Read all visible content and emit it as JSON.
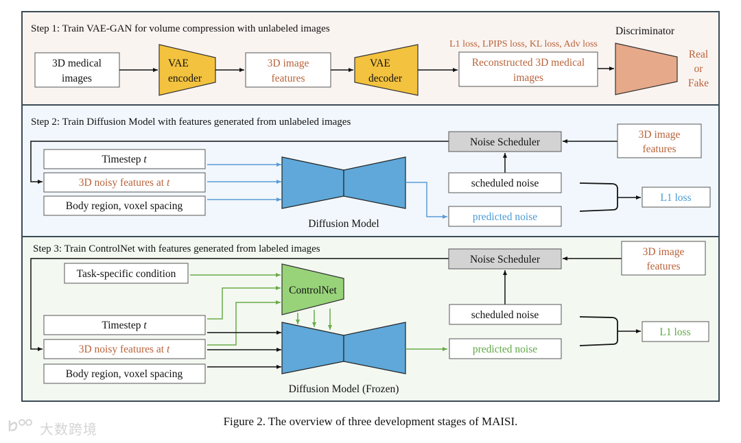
{
  "colors": {
    "panel1_bg": "#faf4f1",
    "panel2_bg": "#f1f7fc",
    "panel3_bg": "#f3f8f1",
    "panel_border": "#3b4a55",
    "vae_fill": "#f3c23e",
    "discriminator_fill": "#e6a98a",
    "diffusion_fill": "#5fa8d9",
    "controlnet_fill": "#98d37a",
    "scheduler_fill": "#d3d3d3",
    "orange_text": "#b9623a",
    "blue_text": "#4a9bd6",
    "green_text": "#5fa845"
  },
  "step1": {
    "title": "Step 1: Train VAE-GAN for volume compression with unlabeled images",
    "input_box": [
      "3D medical",
      "images"
    ],
    "encoder": [
      "VAE",
      "encoder"
    ],
    "features_box": [
      "3D image",
      "features"
    ],
    "decoder": [
      "VAE",
      "decoder"
    ],
    "losses": "L1 loss, LPIPS loss, KL loss, Adv loss",
    "recon_box": [
      "Reconstructed 3D medical",
      "images"
    ],
    "discriminator_label": "Discriminator",
    "output": [
      "Real",
      "or",
      "Fake"
    ]
  },
  "step2": {
    "title": "Step 2: Train Diffusion Model with features generated from unlabeled images",
    "inputs": [
      {
        "text": "Timestep ",
        "italic": "t",
        "color": "black"
      },
      {
        "text": "3D noisy features at ",
        "italic": "t",
        "color": "orange"
      },
      {
        "text": "Body region, voxel spacing",
        "italic": "",
        "color": "black"
      }
    ],
    "model_label": "Diffusion Model",
    "noise_scheduler": "Noise Scheduler",
    "features_box": [
      "3D image",
      "features"
    ],
    "scheduled_noise": "scheduled noise",
    "predicted_noise": "predicted noise",
    "loss": "L1 loss"
  },
  "step3": {
    "title": "Step 3: Train ControlNet with features generated from labeled images",
    "condition": "Task-specific condition",
    "controlnet": "ControlNet",
    "inputs": [
      {
        "text": "Timestep ",
        "italic": "t",
        "color": "black"
      },
      {
        "text": "3D noisy features at ",
        "italic": "t",
        "color": "orange"
      },
      {
        "text": "Body region, voxel spacing",
        "italic": "",
        "color": "black"
      }
    ],
    "model_label": "Diffusion Model (Frozen)",
    "noise_scheduler": "Noise Scheduler",
    "features_box": [
      "3D image",
      "features"
    ],
    "scheduled_noise": "scheduled noise",
    "predicted_noise": "predicted noise",
    "loss": "L1 loss"
  },
  "caption": "Figure 2. The overview of three development stages of MAISI.",
  "watermark": "大数跨境"
}
